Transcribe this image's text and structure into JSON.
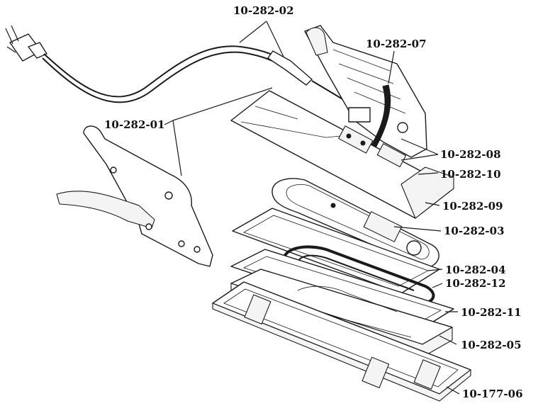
{
  "labels": {
    "cord": "10-282-02",
    "switch_bracket": "10-282-07",
    "handle": "10-282-01",
    "terminals": "10-282-08",
    "insulator": "10-282-10",
    "cover": "10-282-09",
    "thermostat": "10-282-03",
    "gasket_top": "10-282-04",
    "element": "10-282-12",
    "gasket_bottom": "10-282-11",
    "sole_plate": "10-282-05",
    "base_tray": "10-177-06"
  }
}
